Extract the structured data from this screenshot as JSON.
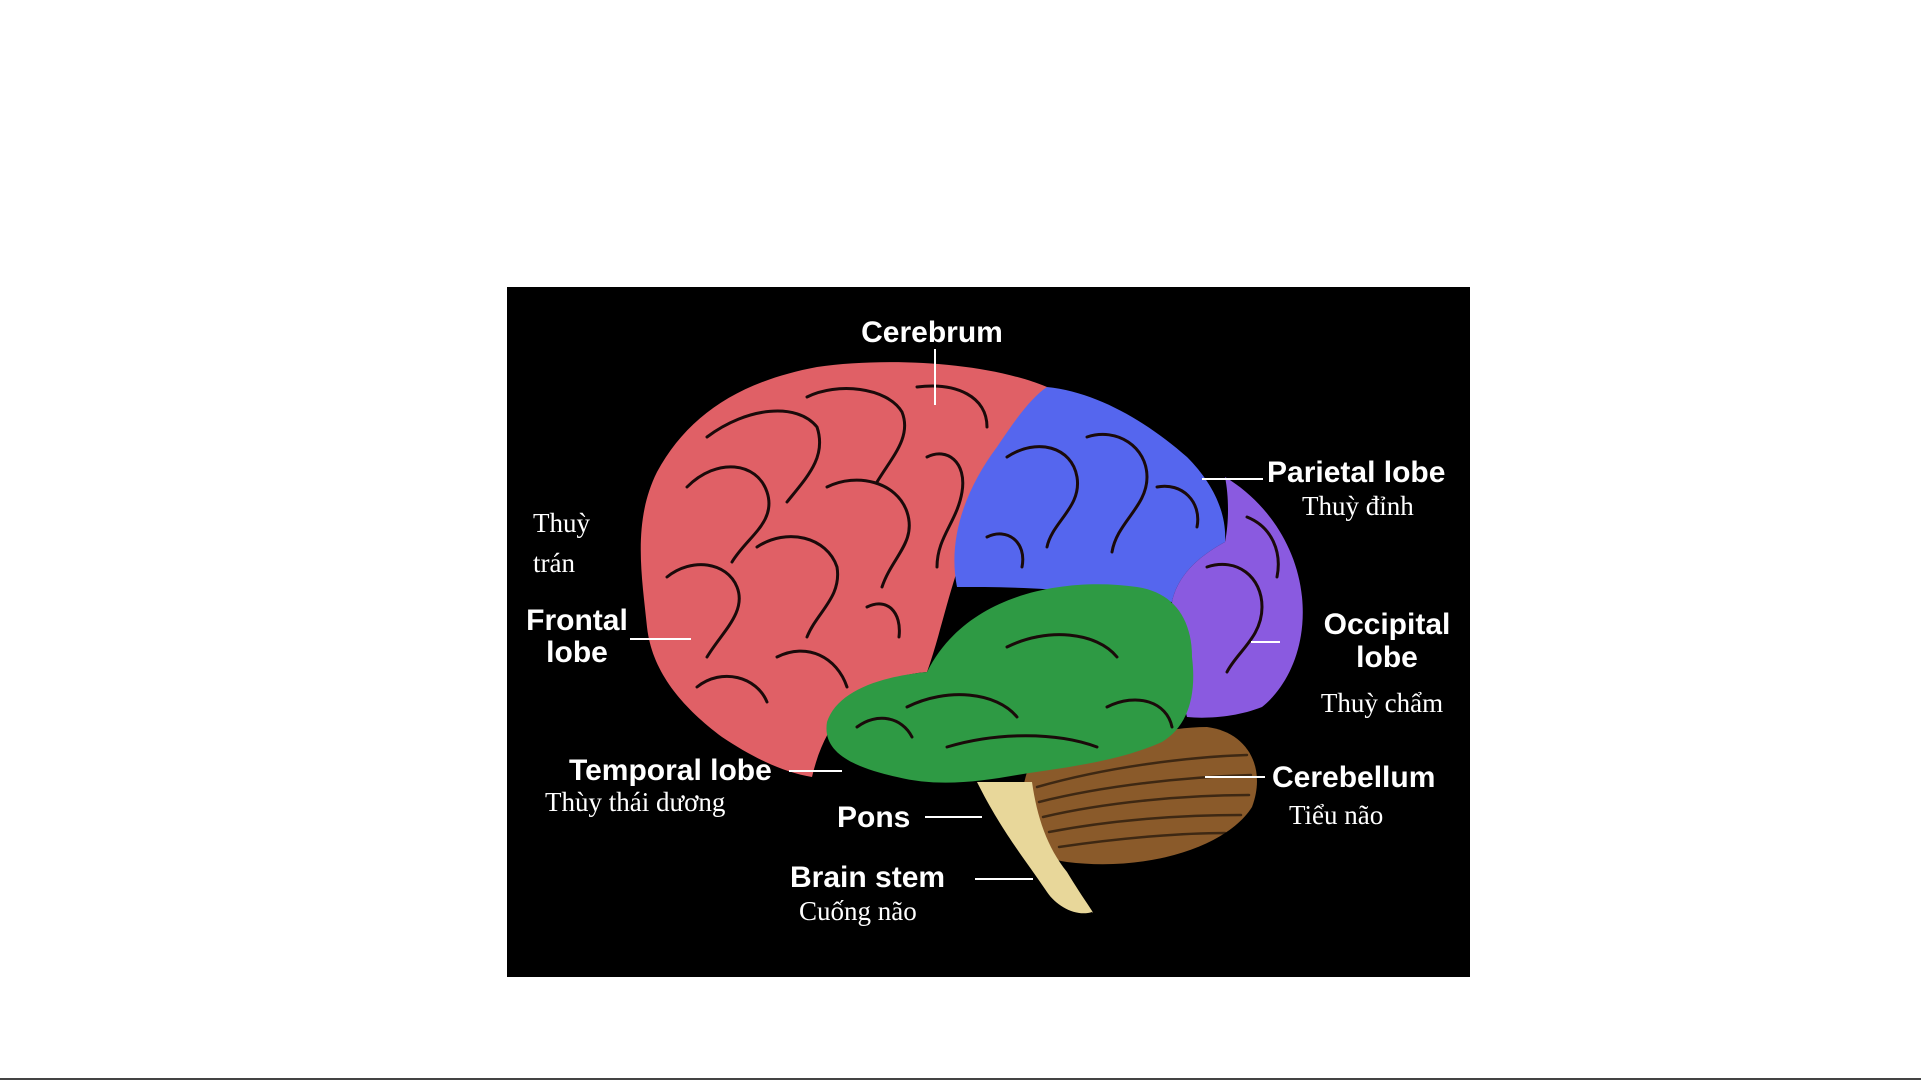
{
  "diagram": {
    "labels": {
      "cerebrum": "Cerebrum",
      "parietal_en": "Parietal lobe",
      "parietal_vi": "Thuỳ đỉnh",
      "frontal_vi_1": "Thuỳ",
      "frontal_vi_2": "trán",
      "frontal_en_1": "Frontal",
      "frontal_en_2": "lobe",
      "occipital_en_1": "Occipital",
      "occipital_en_2": "lobe",
      "occipital_vi": "Thuỳ chẩm",
      "temporal_en": "Temporal lobe",
      "temporal_vi": "Thùy thái dương",
      "pons": "Pons",
      "cerebellum_en": "Cerebellum",
      "cerebellum_vi": "Tiểu não",
      "brainstem_en": "Brain stem",
      "brainstem_vi": "Cuống não"
    },
    "colors": {
      "background": "#000000",
      "frontal": "#e06066",
      "parietal": "#5566ee",
      "occipital": "#8a5ae0",
      "temporal": "#2e9a44",
      "cerebellum": "#8a5a2a",
      "brainstem": "#e8d79a"
    }
  }
}
